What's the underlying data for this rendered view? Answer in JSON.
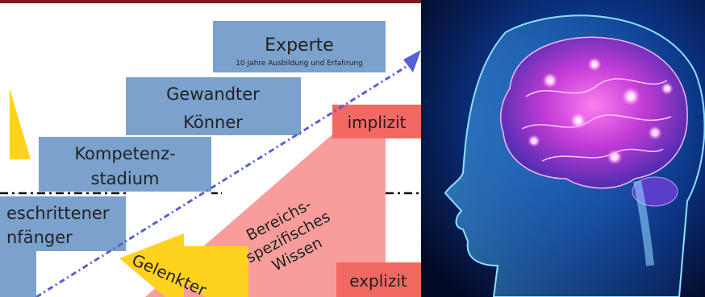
{
  "diagram": {
    "steps": {
      "expert_title": "Experte",
      "expert_subtitle": "10 Jahre Ausbildung und Erfahrung",
      "proficient_line1": "Gewandter",
      "proficient_line2": "Könner",
      "competent_line1": "Kompetenz-",
      "competent_line2": "stadium",
      "advanced_line1": "eschrittener",
      "advanced_line2": "nfänger"
    },
    "knowledge": {
      "implicit": "implizit",
      "explicit": "explizit",
      "domain_line1": "Bereichs-",
      "domain_line2": "spezifisches",
      "domain_line3": "Wissen",
      "guided": "Gelenkter"
    },
    "colors": {
      "step_blue": "#7ba1cd",
      "pink": "#f89d9b",
      "red_label": "#f26863",
      "arrow_yellow": "#ffd21f",
      "dash_blue": "#5560d6"
    }
  },
  "image": {
    "subject": "brain-head-illustration"
  }
}
